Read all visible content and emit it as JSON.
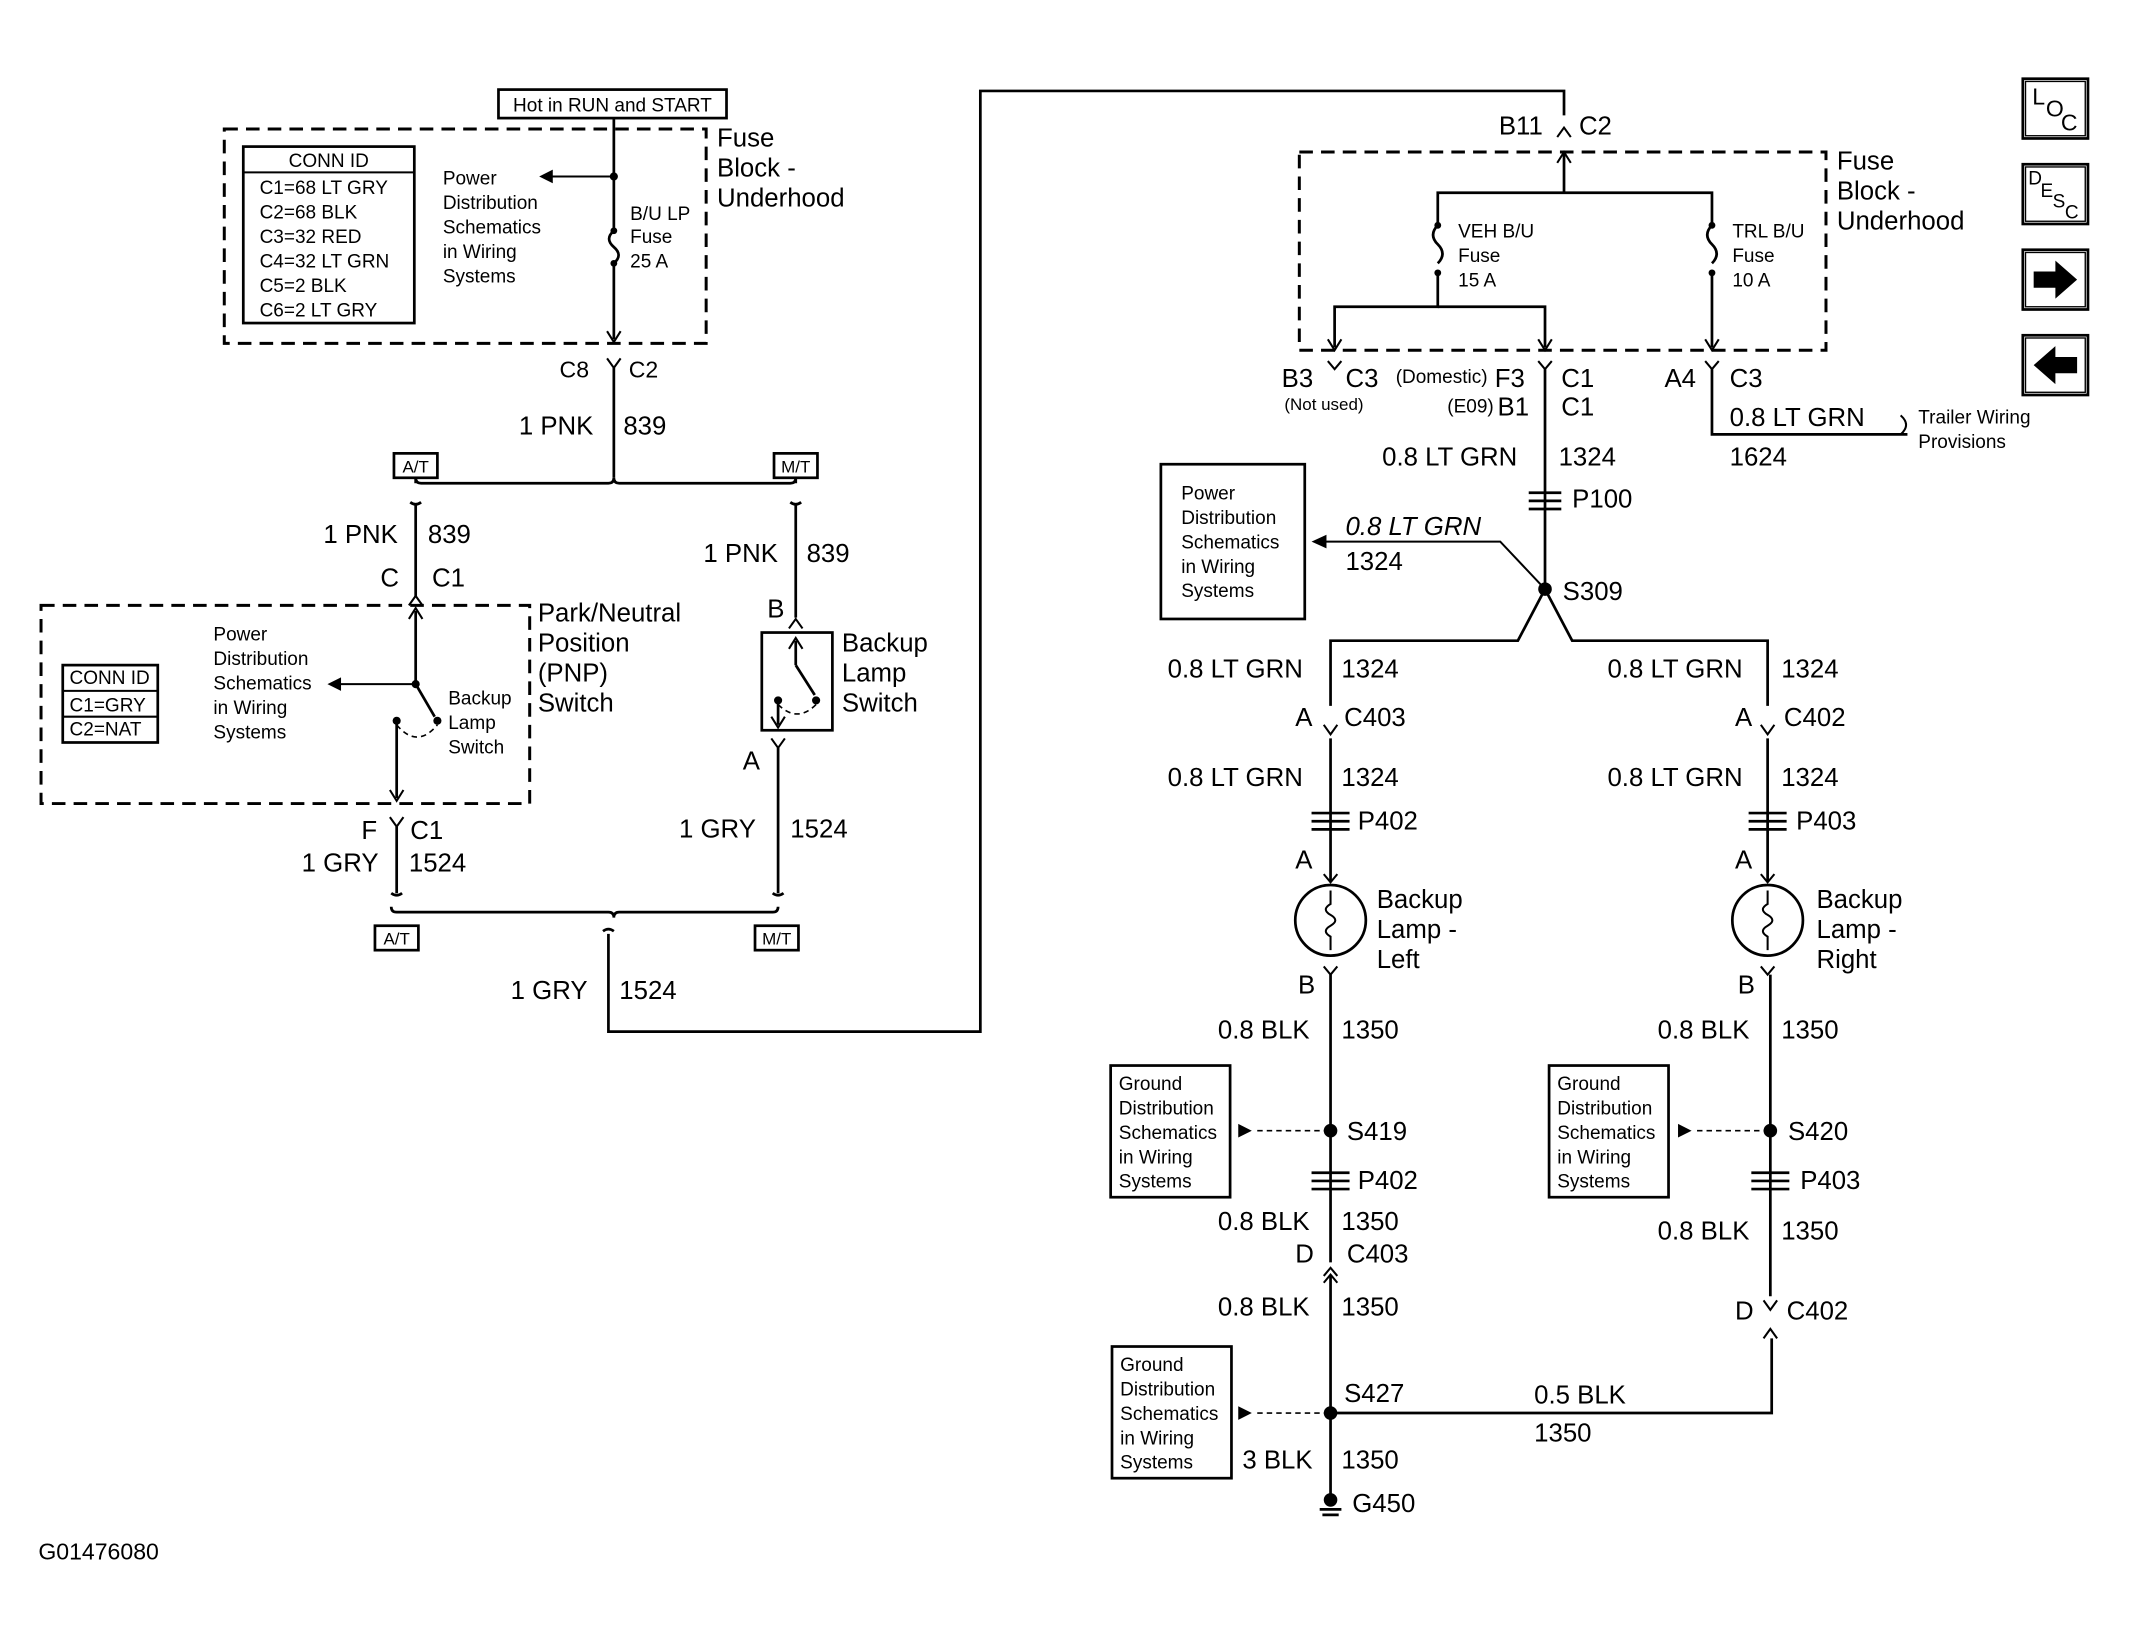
{
  "diagram_id": "G01476080",
  "nav": {
    "loc": [
      "L",
      "O",
      "C"
    ],
    "desc": [
      "D",
      "E",
      "S",
      "C"
    ]
  },
  "hot": "Hot in RUN and START",
  "fuse_block_label": [
    "Fuse",
    "Block -",
    "Underhood"
  ],
  "conn_id_left": {
    "title": "CONN ID",
    "rows": [
      "C1=68 LT GRY",
      "C2=68 BLK",
      "C3=32 RED",
      "C4=32 LT GRN",
      "C5=2 BLK",
      "C6=2 LT GRY"
    ]
  },
  "conn_id_pnp": {
    "title": "CONN ID",
    "rows": [
      "C1=GRY",
      "C2=NAT"
    ]
  },
  "power_dist": [
    "Power",
    "Distribution",
    "Schematics",
    "in Wiring",
    "Systems"
  ],
  "ground_dist": [
    "Ground",
    "Distribution",
    "Schematics",
    "in Wiring",
    "Systems"
  ],
  "bu_lp_fuse": [
    "B/U LP",
    "Fuse",
    "25 A"
  ],
  "veh_fuse": [
    "VEH B/U",
    "Fuse",
    "15 A"
  ],
  "trl_fuse": [
    "TRL B/U",
    "Fuse",
    "10 A"
  ],
  "pnp_label": [
    "Park/Neutral",
    "Position",
    "(PNP)",
    "Switch"
  ],
  "pnp_inner": [
    "Backup",
    "Lamp",
    "Switch"
  ],
  "backup_switch_label": [
    "Backup",
    "Lamp",
    "Switch"
  ],
  "lamp_left_label": [
    "Backup",
    "Lamp -",
    "Left"
  ],
  "lamp_right_label": [
    "Backup",
    "Lamp -",
    "Right"
  ],
  "trailer_label": [
    "Trailer Wiring",
    "Provisions"
  ],
  "opt_at": "A/T",
  "opt_mt": "M/T",
  "pins": {
    "c8": "C8",
    "c2": "C2",
    "c": "C",
    "c1": "C1",
    "f": "F",
    "a": "A",
    "b": "B",
    "d": "D",
    "b11": "B11",
    "b3": "B3",
    "c3": "C3",
    "domestic": "(Domestic)",
    "f3": "F3",
    "e09": "(E09)",
    "b1": "B1",
    "a4": "A4",
    "not_used": "(Not used)",
    "c403": "C403",
    "c402": "C402"
  },
  "wires": {
    "pnk": "1 PNK",
    "n839": "839",
    "gry": "1 GRY",
    "n1524": "1524",
    "lt_grn": "0.8 LT GRN",
    "n1324": "1324",
    "n1624": "1624",
    "blk": "0.8 BLK",
    "n1350": "1350",
    "blk05": "0.5 BLK",
    "blk3": "3 BLK"
  },
  "splices": {
    "p100": "P100",
    "s309": "S309",
    "p402": "P402",
    "p403": "P403",
    "s419": "S419",
    "s420": "S420",
    "s427": "S427",
    "g450": "G450"
  }
}
